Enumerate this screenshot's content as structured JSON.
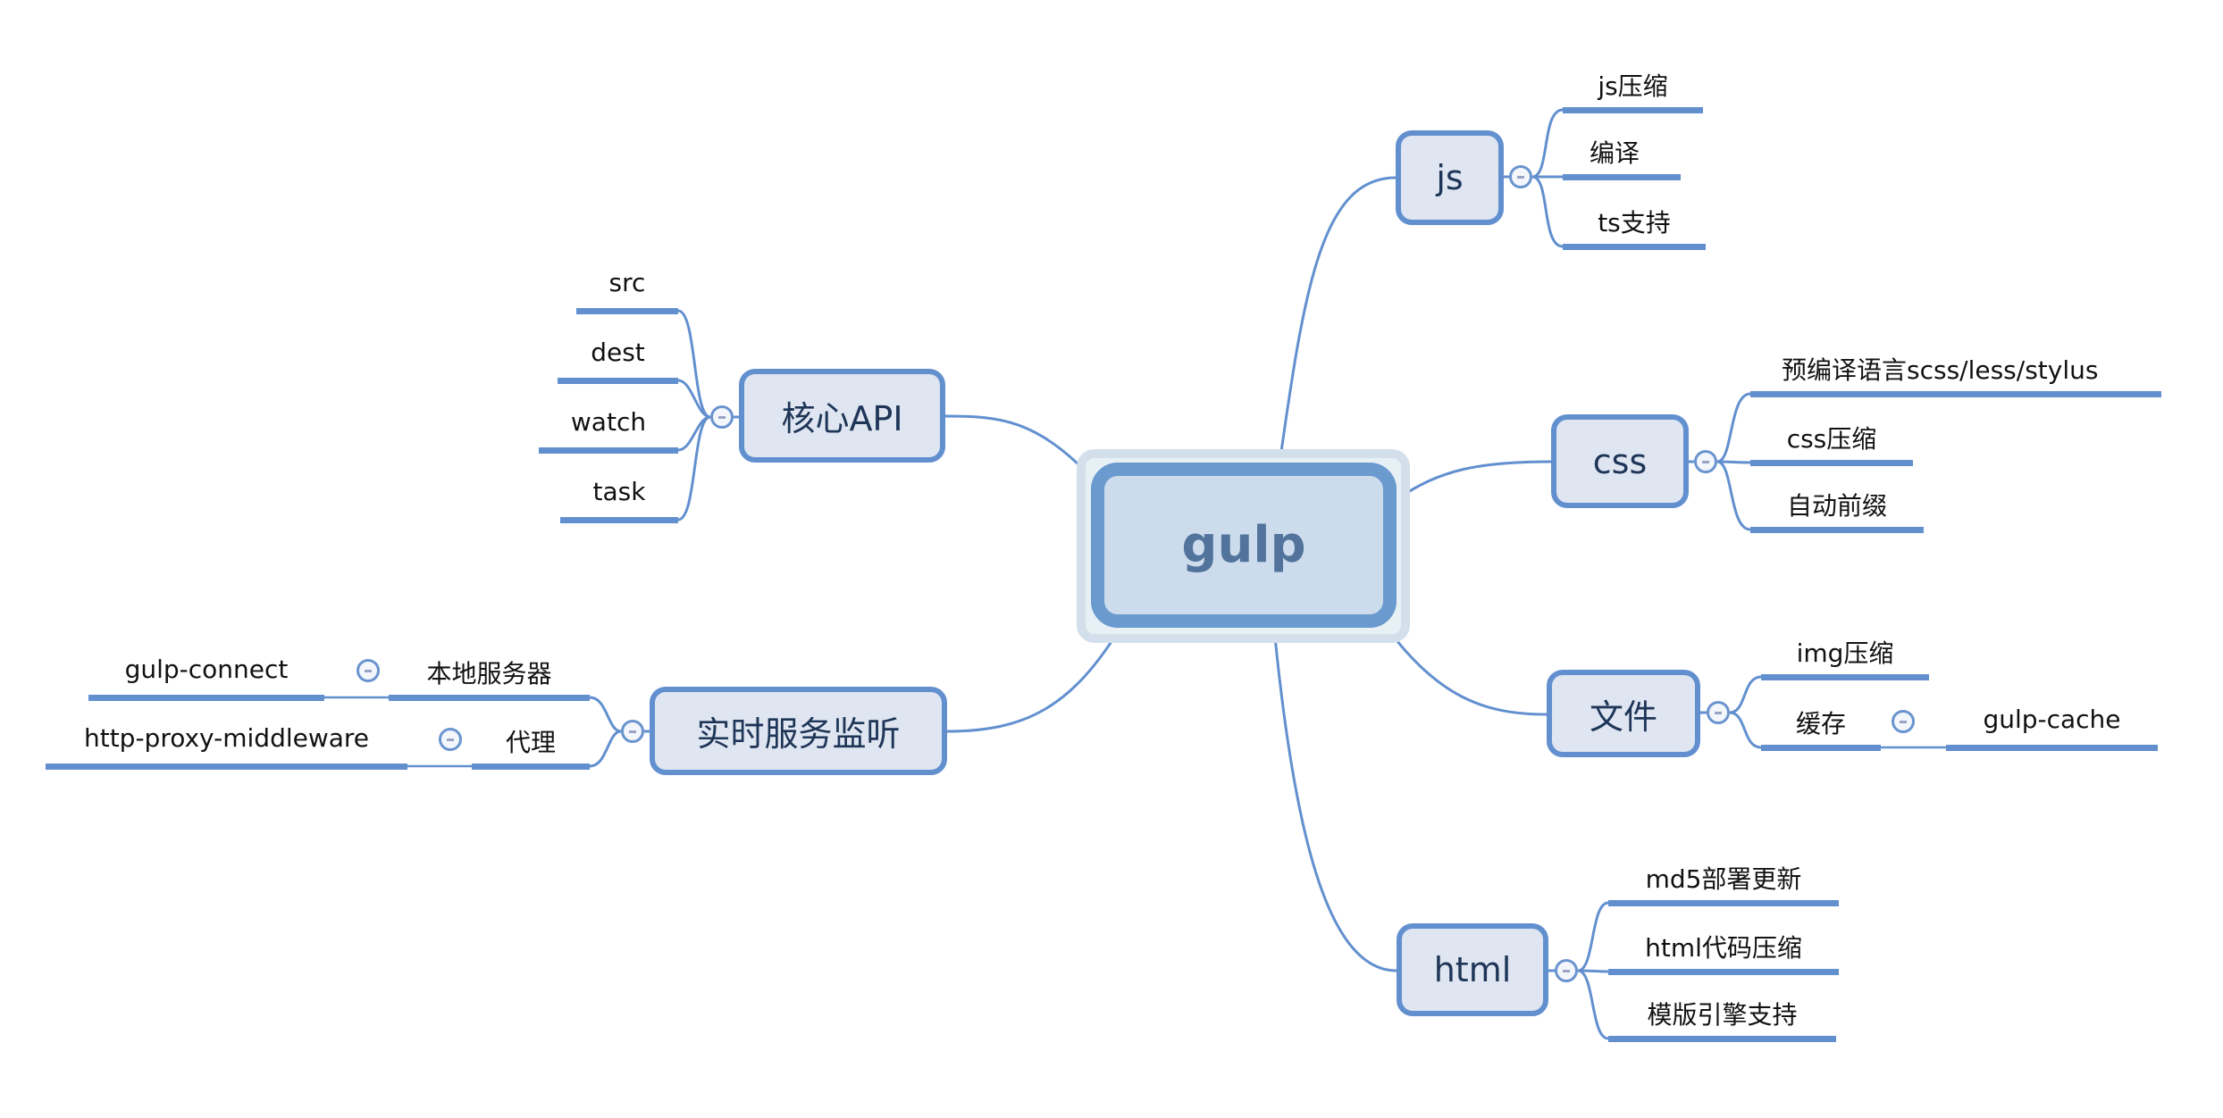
{
  "root": {
    "label": "gulp"
  },
  "branches": {
    "core_api": {
      "label": "核心API",
      "children": [
        "src",
        "dest",
        "watch",
        "task"
      ]
    },
    "live_server": {
      "label": "实时服务监听",
      "children": [
        {
          "label": "本地服务器",
          "children": [
            "gulp-connect"
          ]
        },
        {
          "label": "代理",
          "children": [
            "http-proxy-middleware"
          ]
        }
      ]
    },
    "js": {
      "label": "js",
      "children": [
        "js压缩",
        "编译",
        "ts支持"
      ]
    },
    "css": {
      "label": "css",
      "children": [
        "预编译语言scss/less/stylus",
        "css压缩",
        "自动前缀"
      ]
    },
    "files": {
      "label": "文件",
      "children": [
        {
          "label": "img压缩"
        },
        {
          "label": "缓存",
          "children": [
            "gulp-cache"
          ]
        }
      ]
    },
    "html": {
      "label": "html",
      "children": [
        "md5部署更新",
        "html代码压缩",
        "模版引擎支持"
      ]
    }
  },
  "colors": {
    "line": "#6290cf",
    "node_fill": "#dfe6f2",
    "root_fill": "#cddced",
    "root_text": "#51739c",
    "node_text": "#1e3557"
  },
  "icons": {
    "collapse": "minus-circle-icon"
  }
}
